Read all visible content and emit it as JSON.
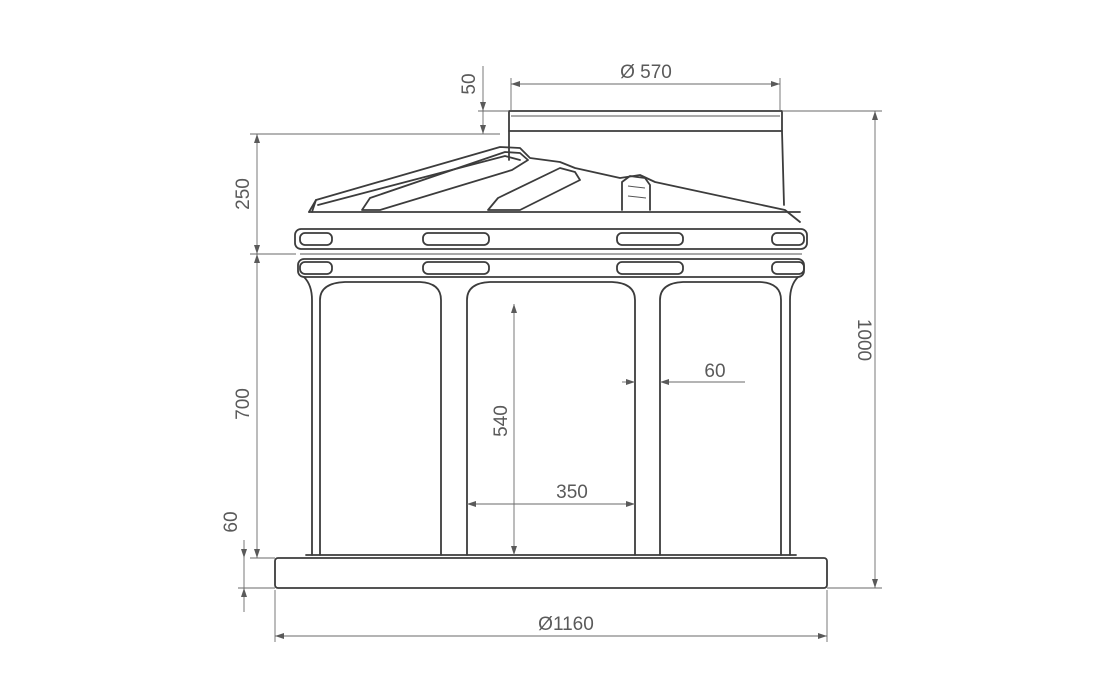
{
  "diagram": {
    "dimensions": {
      "top_diameter": "Ø 570",
      "neck_height": "50",
      "cone_height": "250",
      "body_height": "700",
      "base_height": "60",
      "total_height": "1000",
      "window_height": "540",
      "window_width": "350",
      "rib_width": "60",
      "base_diameter": "Ø1160"
    }
  }
}
